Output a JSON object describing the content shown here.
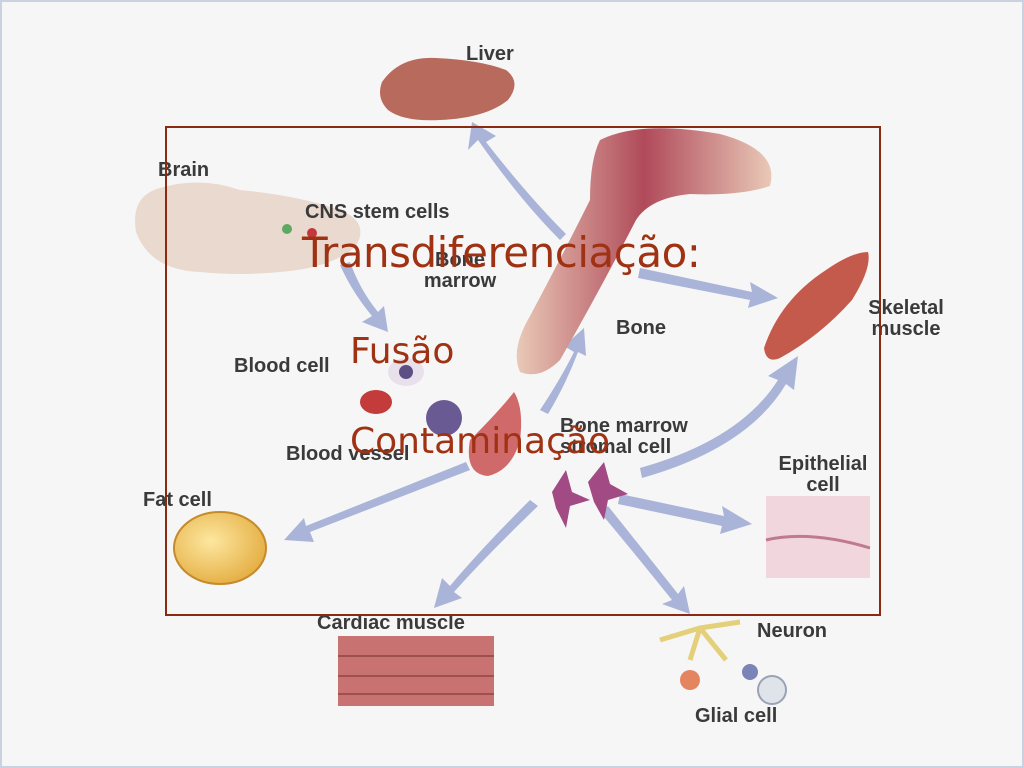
{
  "slide": {
    "title": "Transdiferenciação:",
    "items": [
      "Fusão",
      "Contaminação"
    ]
  },
  "diagram": {
    "labels": {
      "liver": "Liver",
      "brain": "Brain",
      "cns_stem_cells": "CNS stem cells",
      "bone_marrow_top": "Bone marrow",
      "bone": "Bone",
      "skeletal_muscle": "Skeletal muscle",
      "blood_cell": "Blood cell",
      "blood_vessel": "Blood vessel",
      "bone_marrow_stromal_cell": "Bone marrow stromal cell",
      "epithelial_cell": "Epithelial cell",
      "fat_cell": "Fat cell",
      "cardiac_muscle": "Cardiac muscle",
      "neuron": "Neuron",
      "glial_cell": "Glial cell"
    }
  },
  "colors": {
    "overlay_text": "#a03214",
    "frame": "#8b2a10",
    "arrows": "#a9b4d8",
    "label_text": "#3a3a3a"
  }
}
